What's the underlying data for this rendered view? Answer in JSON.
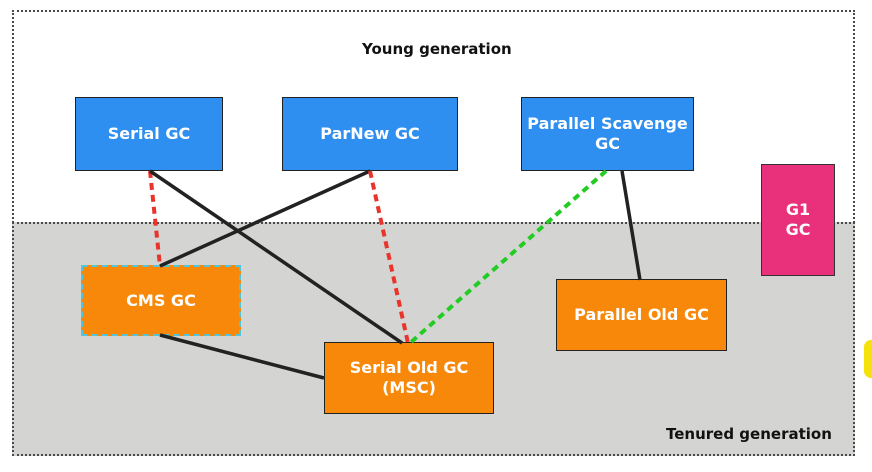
{
  "regions": {
    "young": {
      "label": "Young generation"
    },
    "tenured": {
      "label": "Tenured generation"
    }
  },
  "collectors": {
    "serial": {
      "label": "Serial GC"
    },
    "parnew": {
      "label": "ParNew GC"
    },
    "parallel_scavenge": {
      "label": "Parallel Scavenge GC"
    },
    "g1": {
      "label": "G1 GC"
    },
    "cms": {
      "label": "CMS GC"
    },
    "parallel_old": {
      "label": "Parallel Old GC"
    },
    "serial_old": {
      "label": "Serial Old GC (MSC)"
    }
  },
  "connections": [
    {
      "from": "serial",
      "to": "cms",
      "style": "dashed",
      "color": "#e8342a"
    },
    {
      "from": "serial",
      "to": "serial_old",
      "style": "solid",
      "color": "#222222"
    },
    {
      "from": "parnew",
      "to": "cms",
      "style": "solid",
      "color": "#222222"
    },
    {
      "from": "parnew",
      "to": "serial_old",
      "style": "dashed",
      "color": "#e8342a"
    },
    {
      "from": "parallel_scavenge",
      "to": "serial_old",
      "style": "dashed",
      "color": "#22cc22"
    },
    {
      "from": "parallel_scavenge",
      "to": "parallel_old",
      "style": "solid",
      "color": "#222222"
    },
    {
      "from": "cms",
      "to": "serial_old",
      "style": "solid",
      "color": "#222222"
    }
  ],
  "colors": {
    "young_box": "#2f8ff0",
    "tenured_box": "#f7880a",
    "g1_box": "#e8317a",
    "tenured_bg": "#d4d4d2",
    "cms_highlight_border": "#4fc6de"
  }
}
